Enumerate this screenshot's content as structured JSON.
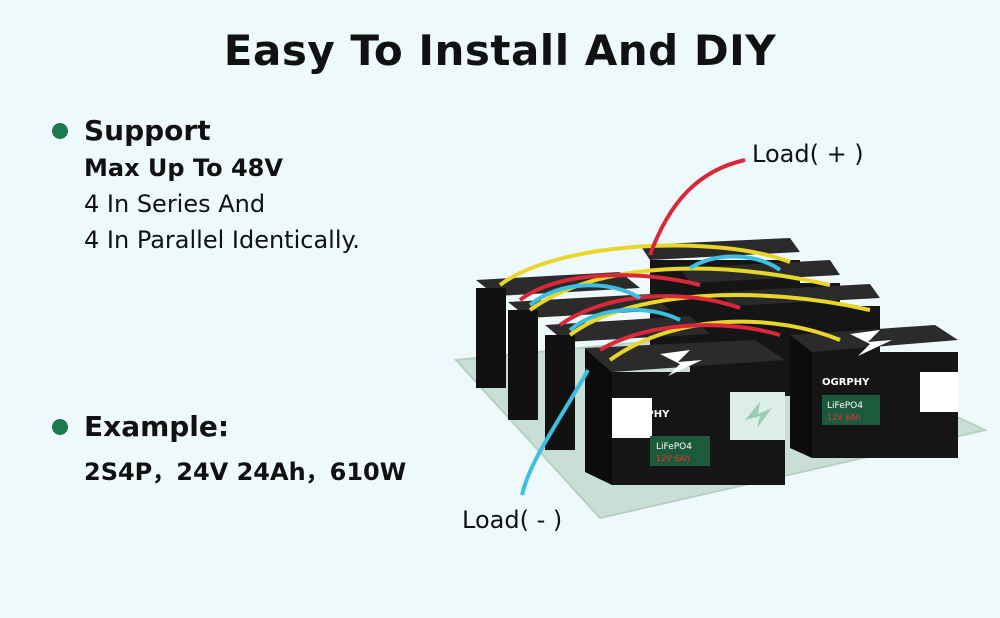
{
  "title": "Easy To Install And DIY",
  "support": {
    "heading": "Support",
    "line1": "Max Up To 48V",
    "line2": "4 In Series And",
    "line3": "4 In Parallel Identically."
  },
  "example": {
    "heading": "Example:",
    "line1": "2S4P，24V 24Ah，610W"
  },
  "diagram": {
    "load_positive": "Load( + )",
    "load_negative": "Load( - )",
    "battery_brand": "OGRPHY",
    "battery_chem": "LiFePO4",
    "battery_rating": "12V 6Ah",
    "colors": {
      "battery": "#151515",
      "label_green": "#1d5a3c",
      "positive_wire": "#d8283a",
      "negative_wire": "#3cbfe0",
      "link_wire": "#e8d62a",
      "base_plate": "#c9dfd5"
    }
  }
}
